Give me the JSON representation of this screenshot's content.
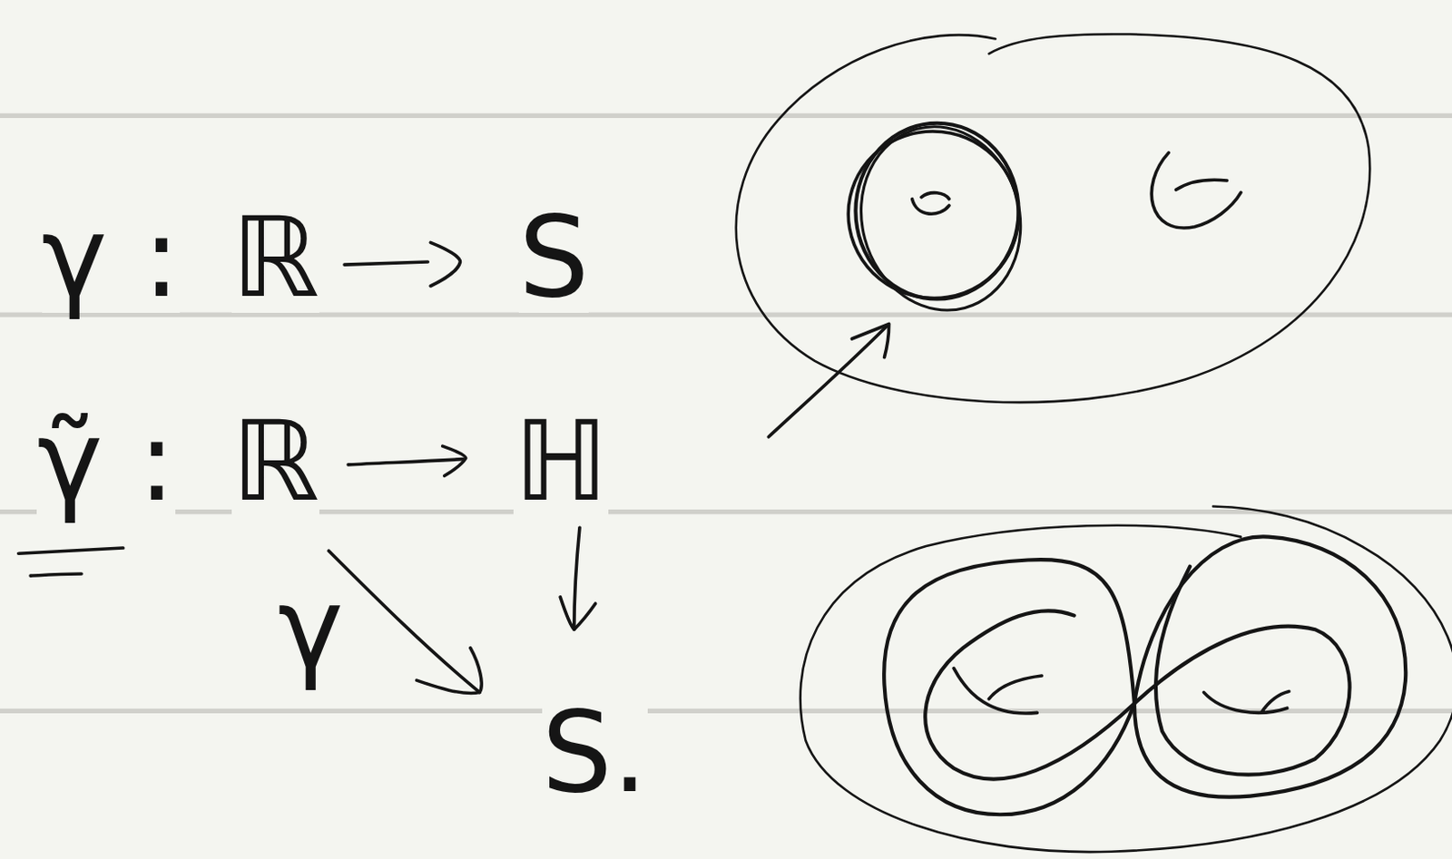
{
  "diagram": {
    "labels": [
      "γ :",
      "ℝ",
      "S",
      "γ̃ :",
      "ℝ",
      "ℍ",
      "γ",
      "S."
    ]
  }
}
